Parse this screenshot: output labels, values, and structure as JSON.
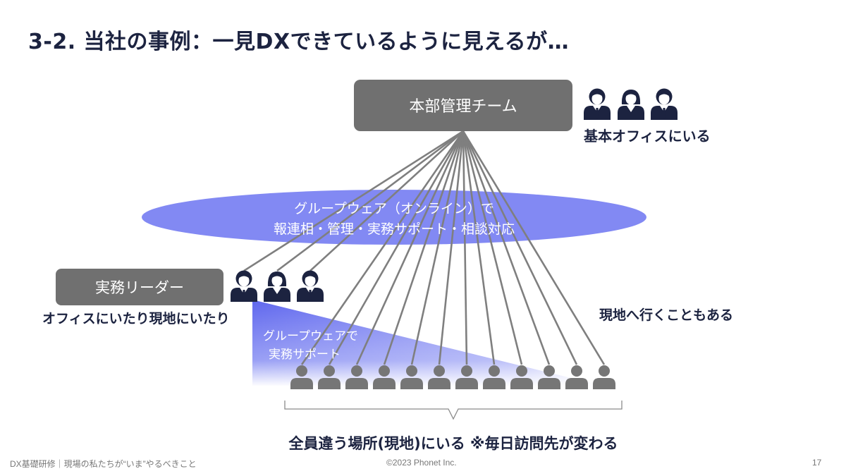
{
  "slide": {
    "title": "3-2. 当社の事例：一見DXできているように見えるが…"
  },
  "diagram": {
    "hq_box_label": "本部管理チーム",
    "hq_caption": "基本オフィスにいる",
    "groupware_line1": "グループウェア（オンライン）で",
    "groupware_line2": "報連相・管理・実務サポート・相談対応",
    "leader_box_label": "実務リーダー",
    "leader_caption": "オフィスにいたり現地にいたり",
    "support_line1": "グループウェアで",
    "support_line2": "実務サポート",
    "field_note": "現地へ行くこともある",
    "bottom_caption": "全員違う場所(現地)にいる ※毎日訪問先が変わる",
    "worker_count": 12,
    "colors": {
      "box_gray": "#707070",
      "line_gray": "#7f7f7f",
      "ellipse_blue": "#7b83f2",
      "person_navy": "#1c2340",
      "worker_gray": "#767676"
    }
  },
  "footer": {
    "left": "DX基礎研修｜現場の私たちが“いま”やるべきこと",
    "center": "©2023 Phonet Inc.",
    "page": "17"
  }
}
